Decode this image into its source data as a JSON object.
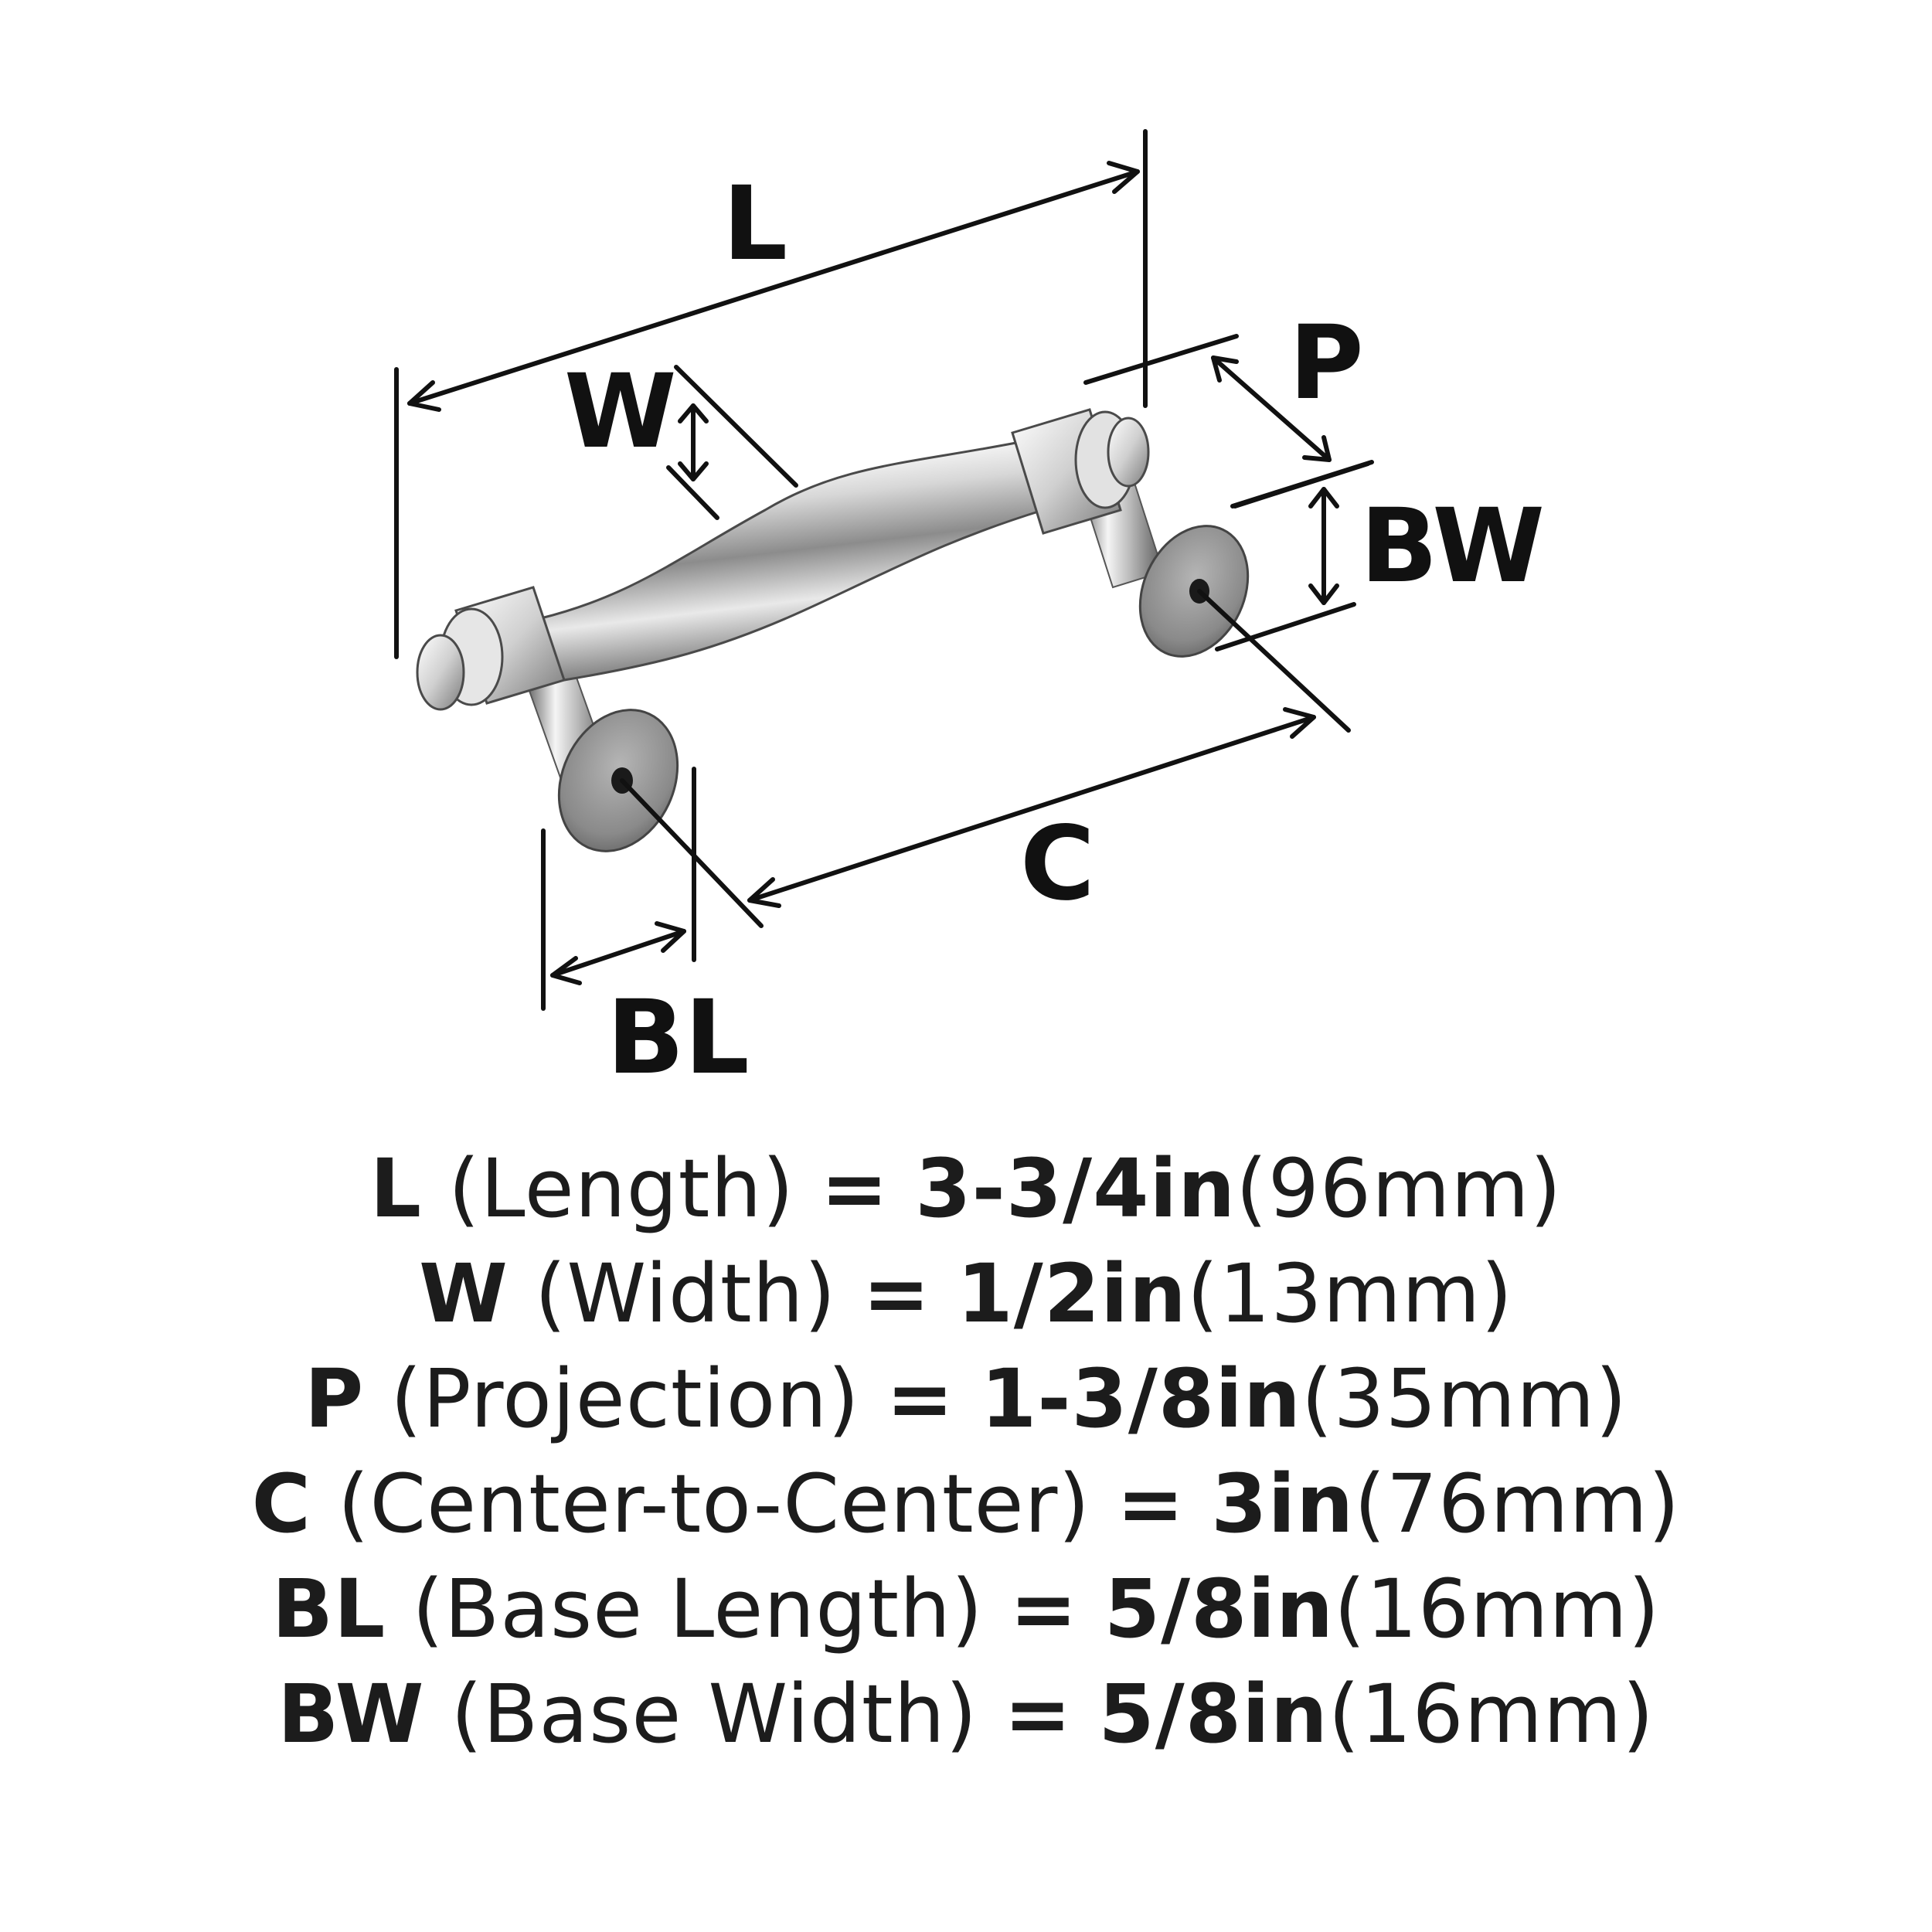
{
  "diagram": {
    "labels": {
      "L": "L",
      "W": "W",
      "P": "P",
      "BW": "BW",
      "C": "C",
      "BL": "BL"
    },
    "colors": {
      "ink": "#111111",
      "metal_light": "#f2f2f2",
      "metal_mid": "#c9c9c9",
      "metal_dark": "#6e6e6e"
    }
  },
  "specs": [
    {
      "code": "L",
      "desc": "(Length)",
      "eq": "=",
      "value": "3-3/4in",
      "metric": "(96mm)"
    },
    {
      "code": "W",
      "desc": "(Width)",
      "eq": "=",
      "value": "1/2in",
      "metric": "(13mm)"
    },
    {
      "code": "P",
      "desc": "(Projection)",
      "eq": "=",
      "value": "1-3/8in",
      "metric": "(35mm)"
    },
    {
      "code": "C",
      "desc": "(Center-to-Center)",
      "eq": "=",
      "value": "3in",
      "metric": "(76mm)"
    },
    {
      "code": "BL",
      "desc": "(Base Length)",
      "eq": "=",
      "value": "5/8in",
      "metric": "(16mm)"
    },
    {
      "code": "BW",
      "desc": "(Base Width)",
      "eq": "=",
      "value": "5/8in",
      "metric": "(16mm)"
    }
  ]
}
